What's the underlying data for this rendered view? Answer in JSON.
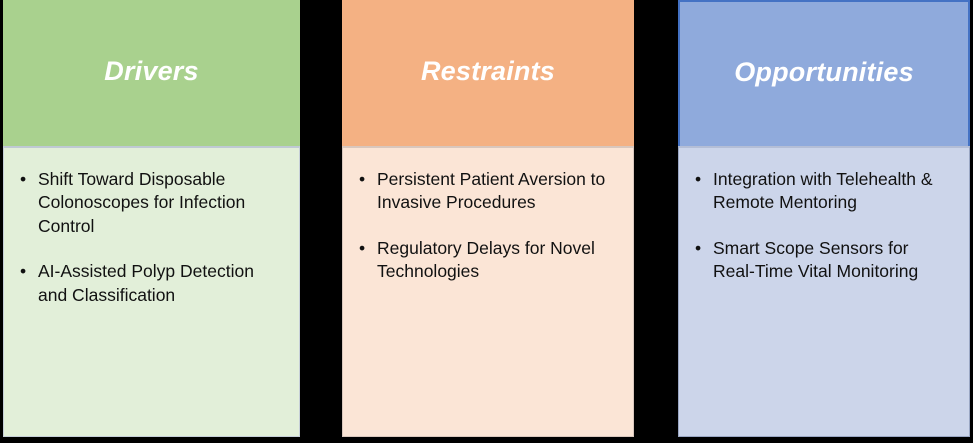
{
  "diagram": {
    "type": "three-column-swot-panel",
    "background_color": "#000000",
    "columns": [
      {
        "id": "drivers",
        "title": "Drivers",
        "header_color": "#a9d18e",
        "body_color": "#e2efd9",
        "bullet_glyph": "•",
        "items": [
          "Shift Toward Disposable Colonoscopes for Infection Control",
          "AI-Assisted Polyp Detection and Classification"
        ]
      },
      {
        "id": "restraints",
        "title": "Restraints",
        "header_color": "#f4b183",
        "body_color": "#fbe5d6",
        "bullet_glyph": "•",
        "items": [
          "Persistent Patient Aversion to Invasive Procedures",
          "Regulatory Delays for Novel Technologies"
        ]
      },
      {
        "id": "opportunities",
        "title": "Opportunities",
        "header_color": "#8faadc",
        "body_color": "#ccd5ea",
        "border_color": "#4472c4",
        "bullet_glyph": "•",
        "items": [
          "Integration with Telehealth & Remote Mentoring",
          "Smart Scope Sensors for Real-Time Vital Monitoring"
        ]
      }
    ]
  }
}
